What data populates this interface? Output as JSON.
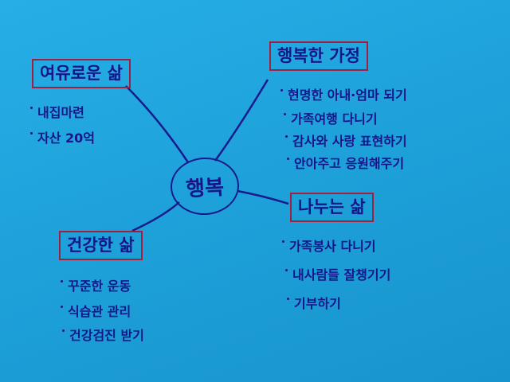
{
  "center": "행복",
  "branches": [
    {
      "title": "여유로운 삶",
      "items": [
        "내집마련",
        "자산 20억"
      ]
    },
    {
      "title": "행복한 가정",
      "items": [
        "현명한 아내·엄마 되기",
        "가족여행 다니기",
        "감사와 사랑 표현하기",
        "안아주고 응원해주기"
      ]
    },
    {
      "title": "나누는 삶",
      "items": [
        "가족봉사 다니기",
        "내사람들 잘챙기기",
        "기부하기"
      ]
    },
    {
      "title": "건강한 삶",
      "items": [
        "꾸준한 운동",
        "식습관 관리",
        "건강검진 받기"
      ]
    }
  ]
}
